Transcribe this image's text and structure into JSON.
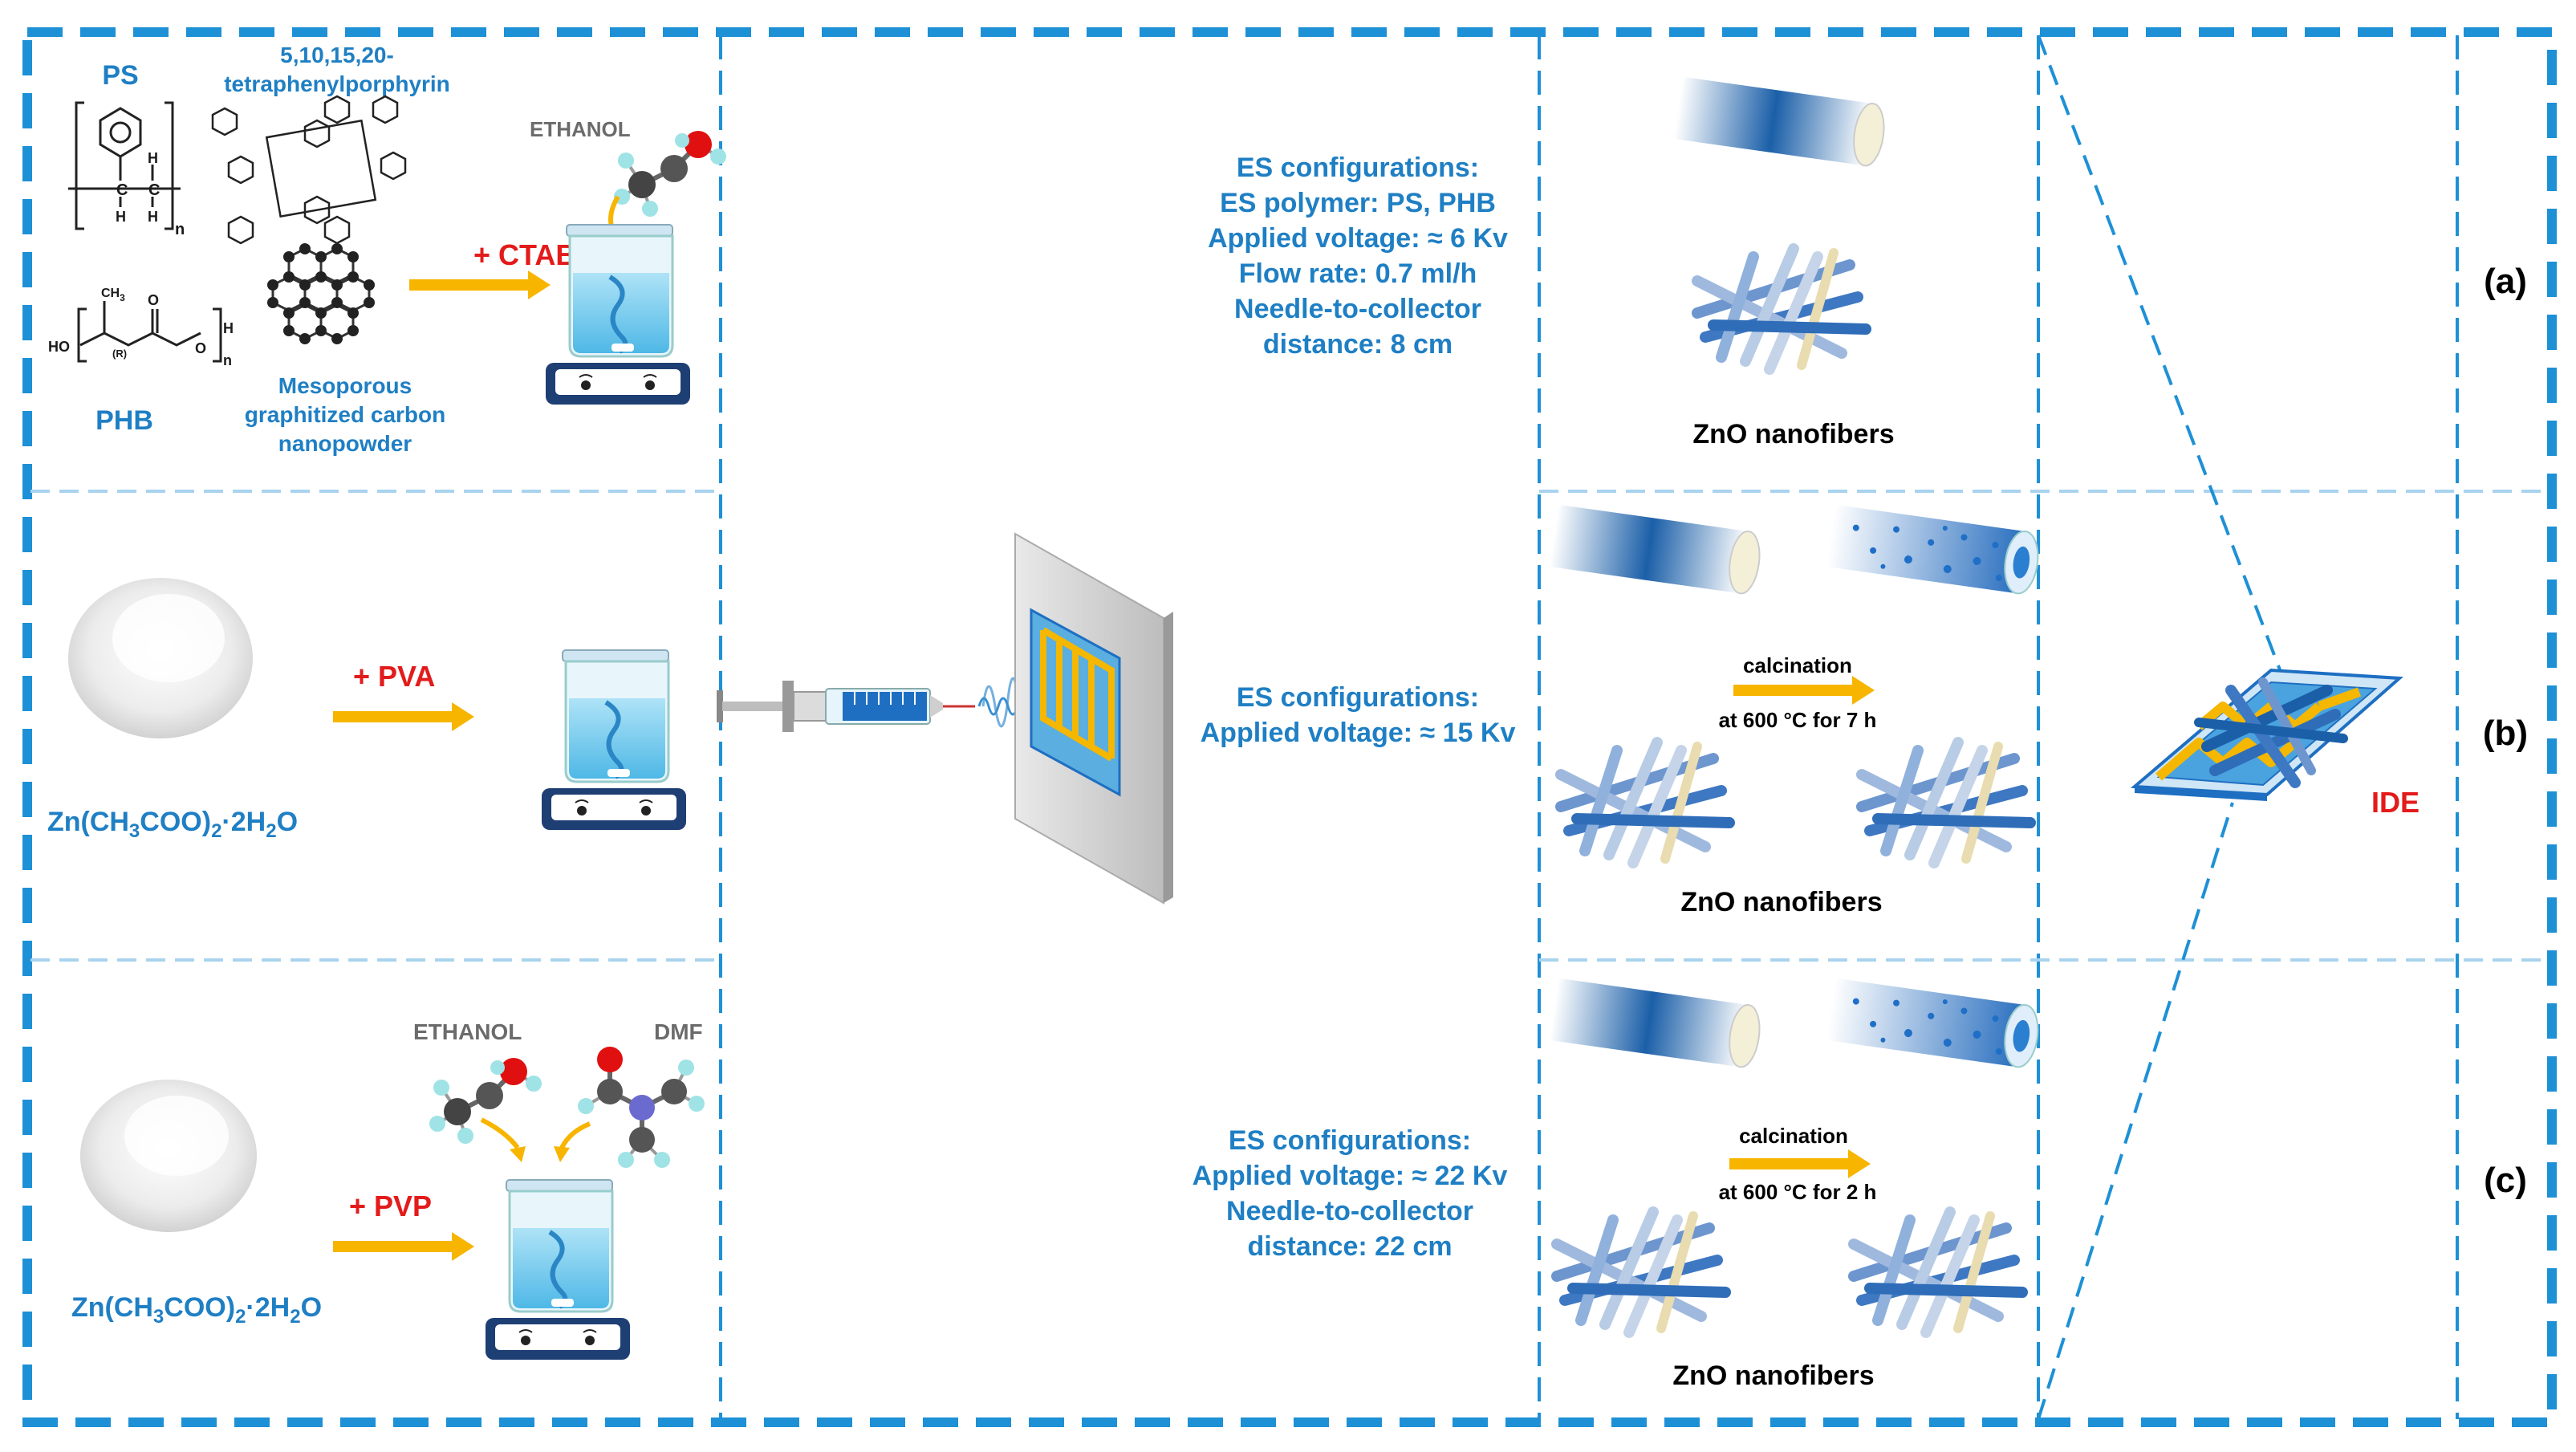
{
  "rows": {
    "a": {
      "label": "(a)",
      "ps_label": "PS",
      "porphyrin_label_line1": "5,10,15,20-",
      "porphyrin_label_line2": "tetraphenylporphyrin",
      "phb_label": "PHB",
      "carbon_label_line1": "Mesoporous",
      "carbon_label_line2": "graphitized carbon",
      "carbon_label_line3": "nanopowder",
      "solvent_label": "ETHANOL",
      "additive_label": "+ CTAB",
      "ps_subscript": "n",
      "phb_subscript": "n",
      "phb_ch3": "CH",
      "phb_ch3_sub": "3",
      "phb_ho": "HO",
      "phb_o": "O",
      "phb_h": "H",
      "phb_r": "(R)",
      "ps_h1": "H",
      "ps_h2": "H",
      "ps_c1": "C",
      "ps_c2": "C",
      "ps_h3": "H",
      "config": [
        "ES configurations:",
        "ES polymer: PS, PHB",
        "Applied voltage: ≈ 6 Kv",
        "Flow rate: 0.7 ml/h",
        "Needle-to-collector",
        "distance: 8 cm"
      ],
      "product_label": "ZnO nanofibers"
    },
    "b": {
      "label": "(b)",
      "precursor_main": "Zn(CH",
      "precursor_sub1": "3",
      "precursor_mid": "COO)",
      "precursor_sub2": "2",
      "precursor_dot": "·2H",
      "precursor_sub3": "2",
      "precursor_end": "O",
      "additive_label": "+ PVA",
      "config": [
        "ES configurations:",
        "Applied voltage: ≈ 15 Kv"
      ],
      "calcination_label": "calcination",
      "calcination_condition": "at 600 °C for 7 h",
      "product_label": "ZnO nanofibers"
    },
    "c": {
      "label": "(c)",
      "precursor_main": "Zn(CH",
      "precursor_sub1": "3",
      "precursor_mid": "COO)",
      "precursor_sub2": "2",
      "precursor_dot": "·2H",
      "precursor_sub3": "2",
      "precursor_end": "O",
      "solvent1_label": "ETHANOL",
      "solvent2_label": "DMF",
      "additive_label": "+ PVP",
      "config": [
        "ES configurations:",
        "Applied voltage: ≈ 22 Kv",
        "Needle-to-collector",
        "distance: 22 cm"
      ],
      "calcination_label": "calcination",
      "calcination_condition": "at 600 °C for 2 h",
      "product_label": "ZnO nanofibers"
    }
  },
  "ide_label": "IDE",
  "colors": {
    "frame": "#1e90d6",
    "text_blue": "#1f7fc4",
    "text_red": "#e31b1b",
    "arrow": "#f7b500",
    "fiber_dark": "#1b5fa8",
    "electrode": "#f5b700"
  }
}
